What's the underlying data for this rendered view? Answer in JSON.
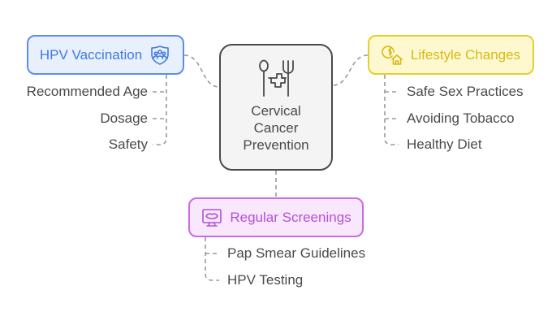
{
  "center": {
    "title_lines": [
      "Cervical",
      "Cancer",
      "Prevention"
    ],
    "icon": "spoon-fork-medical-cross-icon"
  },
  "branches": {
    "hpv": {
      "label": "HPV Vaccination",
      "icon": "shield-people-icon",
      "color": "#3f7ae0",
      "items": [
        "Recommended Age",
        "Dosage",
        "Safety"
      ]
    },
    "lifestyle": {
      "label": "Lifestyle Changes",
      "icon": "dollar-house-icon",
      "color": "#d5bb12",
      "items": [
        "Safe Sex Practices",
        "Avoiding Tobacco",
        "Healthy Diet"
      ]
    },
    "screening": {
      "label": "Regular Screenings",
      "icon": "monitor-cervix-icon",
      "color": "#b44fd8",
      "items": [
        "Pap Smear Guidelines",
        "HPV Testing"
      ]
    }
  }
}
